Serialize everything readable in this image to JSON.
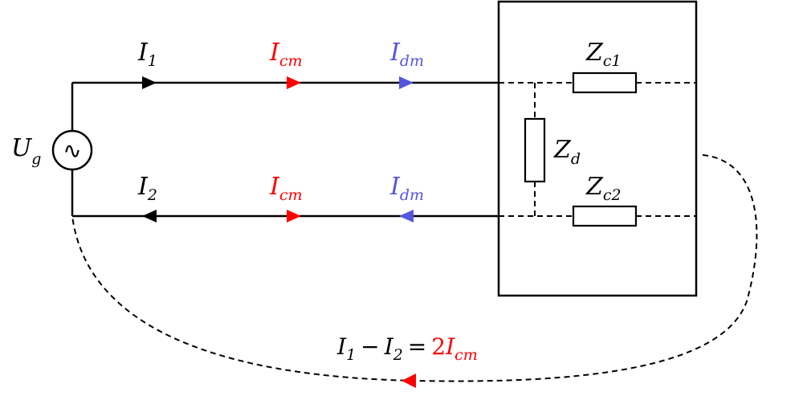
{
  "colors": {
    "wire": "#000000",
    "common_mode": "#ff0000",
    "differential_mode": "#5555dd"
  },
  "source": {
    "symbol": "U",
    "subscript": "g",
    "glyph": "∿"
  },
  "top_line": {
    "current": {
      "symbol": "I",
      "subscript": "1"
    },
    "cm": {
      "symbol": "I",
      "subscript": "cm"
    },
    "dm": {
      "symbol": "I",
      "subscript": "dm"
    }
  },
  "bottom_line": {
    "current": {
      "symbol": "I",
      "subscript": "2"
    },
    "cm": {
      "symbol": "I",
      "subscript": "cm"
    },
    "dm": {
      "symbol": "I",
      "subscript": "dm"
    }
  },
  "impedances": {
    "zc1": {
      "symbol": "Z",
      "subscript": "c1"
    },
    "zd": {
      "symbol": "Z",
      "subscript": "d"
    },
    "zc2": {
      "symbol": "Z",
      "subscript": "c2"
    }
  },
  "return_path": {
    "lhs_a": {
      "symbol": "I",
      "subscript": "1"
    },
    "minus": "−",
    "lhs_b": {
      "symbol": "I",
      "subscript": "2"
    },
    "equals": "=",
    "rhs_coef": "2",
    "rhs": {
      "symbol": "I",
      "subscript": "cm"
    }
  }
}
